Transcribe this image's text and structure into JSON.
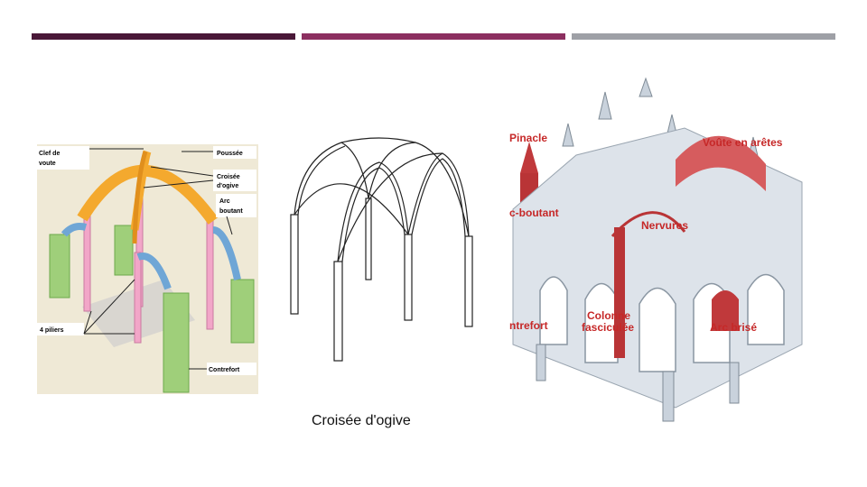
{
  "slide": {
    "accent_colors": [
      "#4a1838",
      "#8c2f60",
      "#9ea0a6"
    ],
    "caption": "Croisée d'ogive"
  },
  "left_diagram": {
    "labels": {
      "clef_line1": "Clef de",
      "clef_line2": "voute",
      "poussee": "Poussée",
      "croisee_line1": "Croisée",
      "croisee_line2": "d'ogive",
      "arc_line1": "Arc",
      "arc_line2": "boutant",
      "piliers": "4 piliers",
      "contrefort": "Contrefort"
    }
  },
  "right_diagram": {
    "labels": {
      "pinacle": "Pinacle",
      "voute": "Voûte en arêtes",
      "arc_boutant": "c-boutant",
      "nervures": "Nervures",
      "contrefort": "ntrefort",
      "colonne_line1": "Colonne",
      "colonne_line2": "fasciculée",
      "arc_brise": "Arc brisé"
    }
  }
}
